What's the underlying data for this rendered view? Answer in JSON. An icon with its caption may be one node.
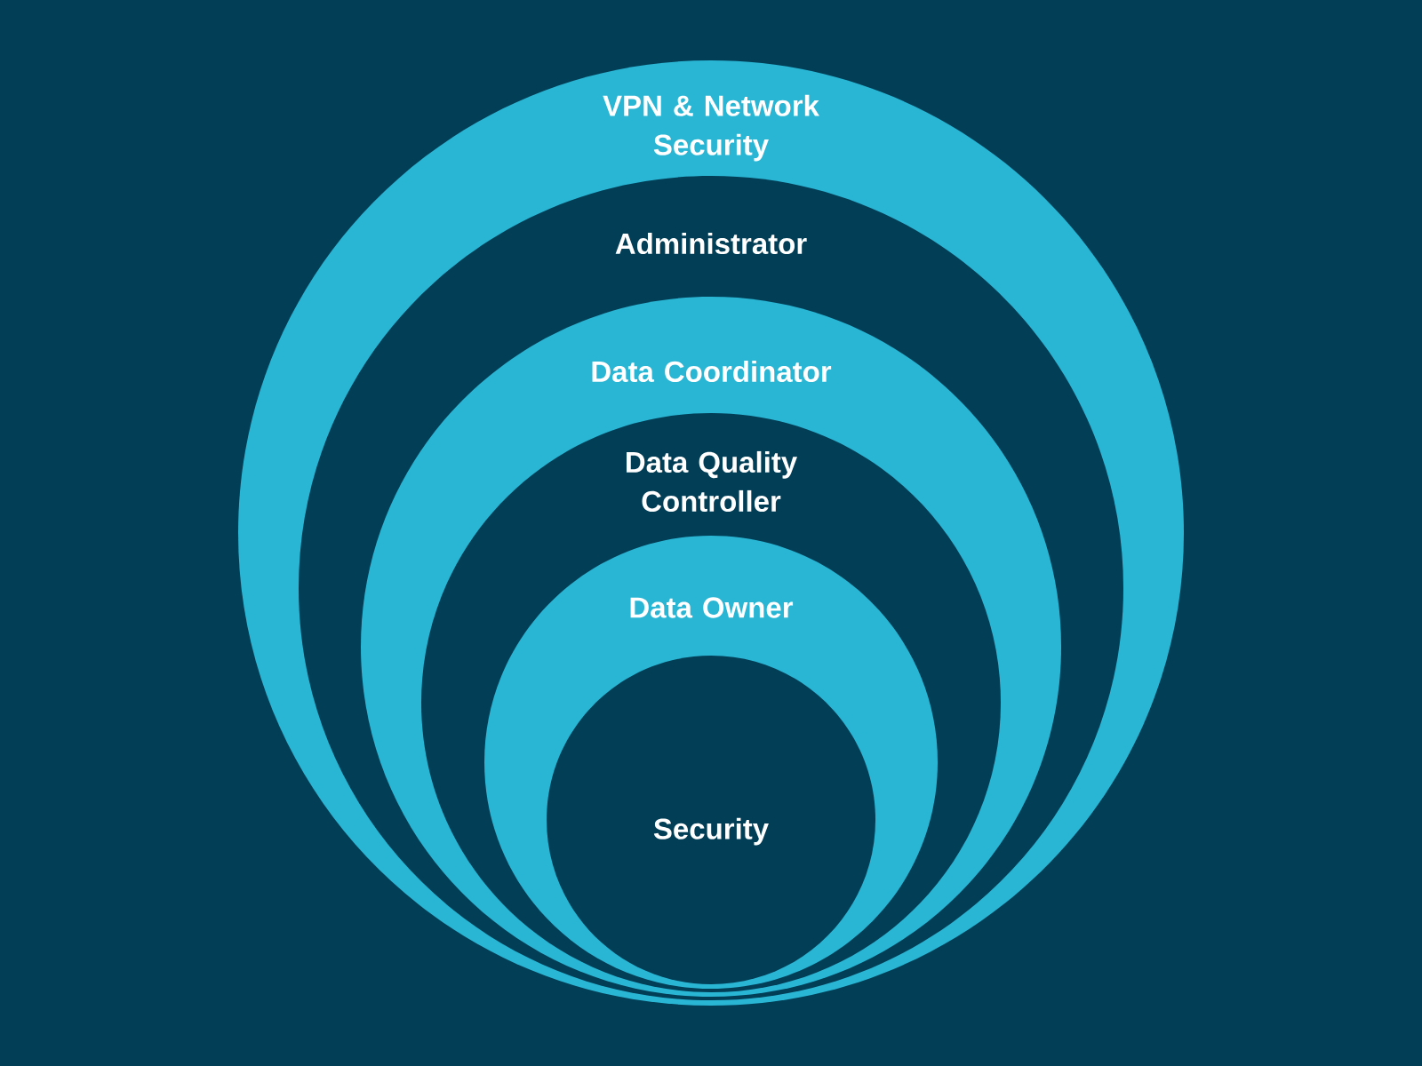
{
  "diagram": {
    "nodes": [
      {
        "text": [
          "VPN & Network Security"
        ]
      },
      {
        "text": [
          "Administrator"
        ],
        "in": 0
      },
      {
        "text": [
          "Data Coordinator"
        ],
        "in": 1
      },
      {
        "text": [
          "Data Quality Controller"
        ],
        "in": 2
      },
      {
        "text": [
          "Data Owner"
        ],
        "in": 3
      },
      {
        "text": [
          "Security"
        ],
        "in": 4
      }
    ]
  }
}
